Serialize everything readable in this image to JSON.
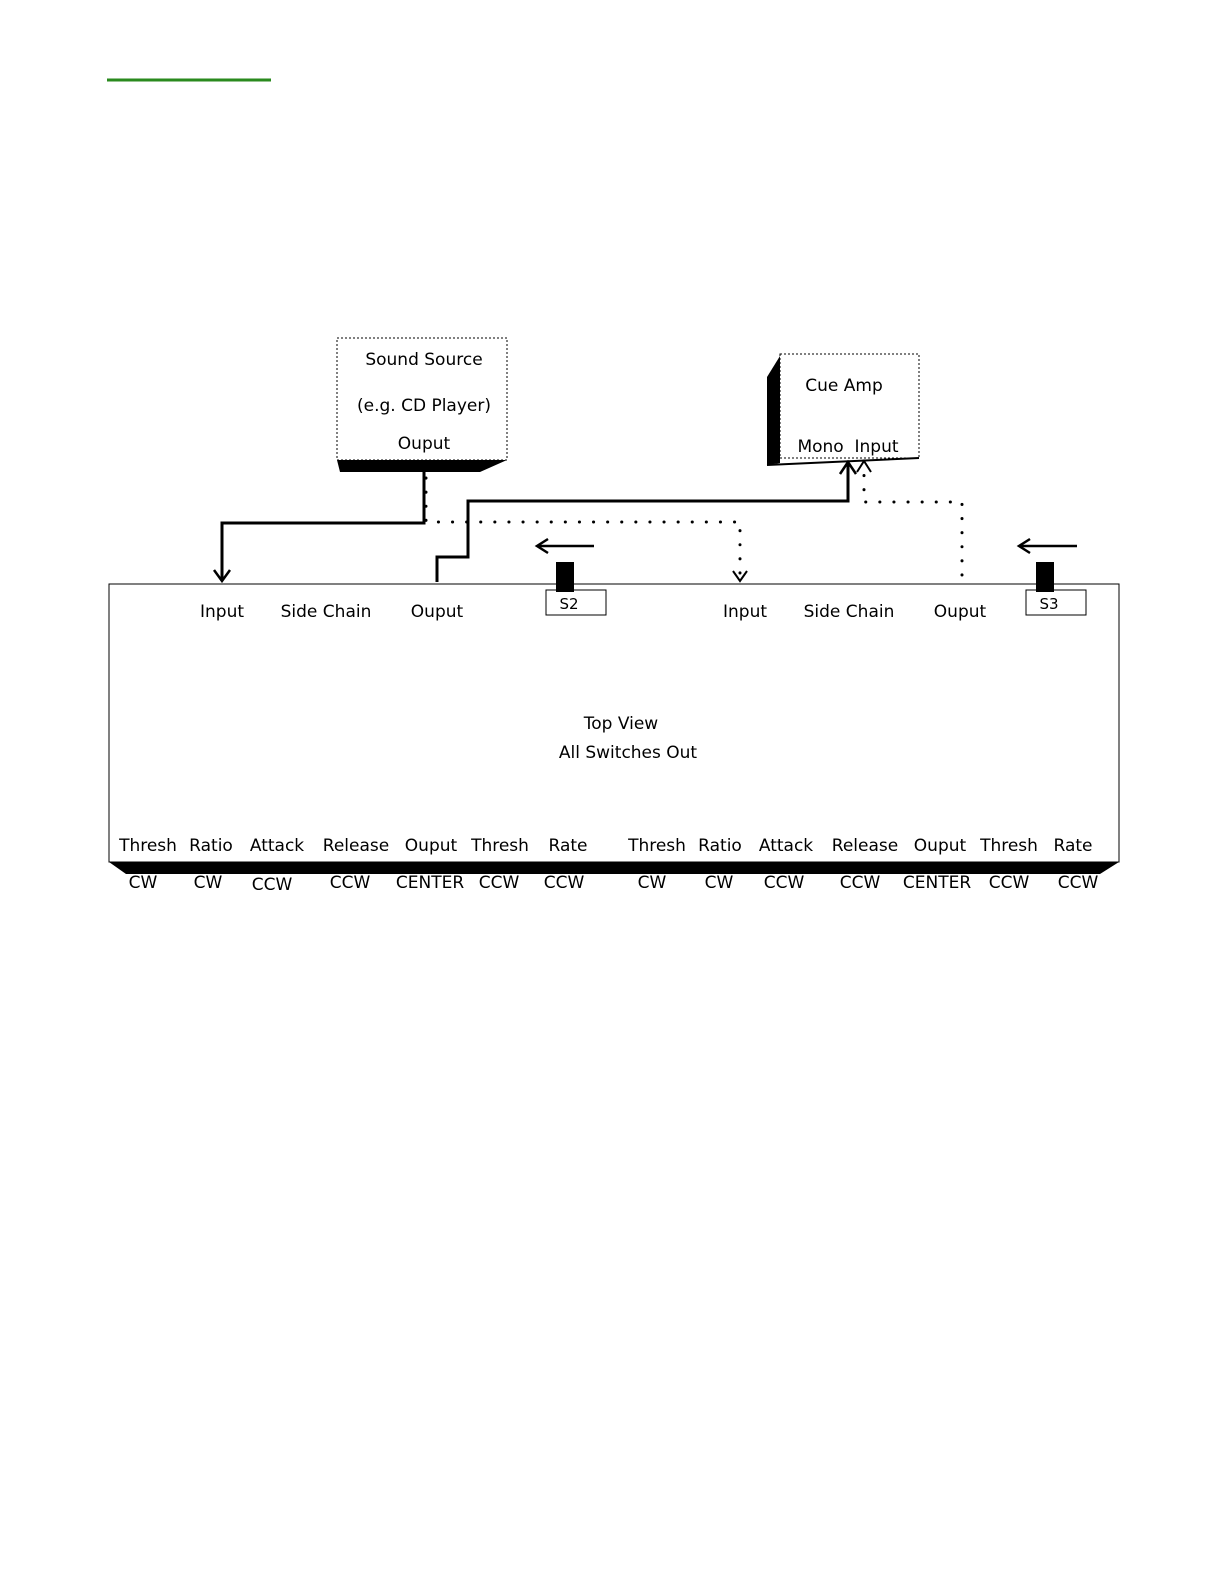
{
  "colors": {
    "accent_line": "#2a8a1e",
    "ink": "#000000",
    "background": "#ffffff"
  },
  "sound_source": {
    "title": "Sound Source",
    "subtitle": "(e.g. CD Player)",
    "output_label": "Ouput"
  },
  "cue_amp": {
    "title": "Cue Amp",
    "input_label": "Mono  Input"
  },
  "unit": {
    "center_line1": "Top View",
    "center_line2": "All Switches Out",
    "channel_a": {
      "input": "Input",
      "side_chain": "Side Chain",
      "output": "Ouput",
      "switch": "S2"
    },
    "channel_b": {
      "input": "Input",
      "side_chain": "Side Chain",
      "output": "Ouput",
      "switch": "S3"
    },
    "knobs": [
      {
        "label": "Thresh",
        "setting": "CW"
      },
      {
        "label": "Ratio",
        "setting": "CW"
      },
      {
        "label": "Attack",
        "setting": "CCW"
      },
      {
        "label": "Release",
        "setting": "CCW"
      },
      {
        "label": "Ouput",
        "setting": "CENTER"
      },
      {
        "label": "Thresh",
        "setting": "CCW"
      },
      {
        "label": "Rate",
        "setting": "CCW"
      },
      {
        "label": "Thresh",
        "setting": "CW"
      },
      {
        "label": "Ratio",
        "setting": "CW"
      },
      {
        "label": "Attack",
        "setting": "CCW"
      },
      {
        "label": "Release",
        "setting": "CCW"
      },
      {
        "label": "Ouput",
        "setting": "CENTER"
      },
      {
        "label": "Thresh",
        "setting": "CCW"
      },
      {
        "label": "Rate",
        "setting": "CCW"
      }
    ]
  }
}
